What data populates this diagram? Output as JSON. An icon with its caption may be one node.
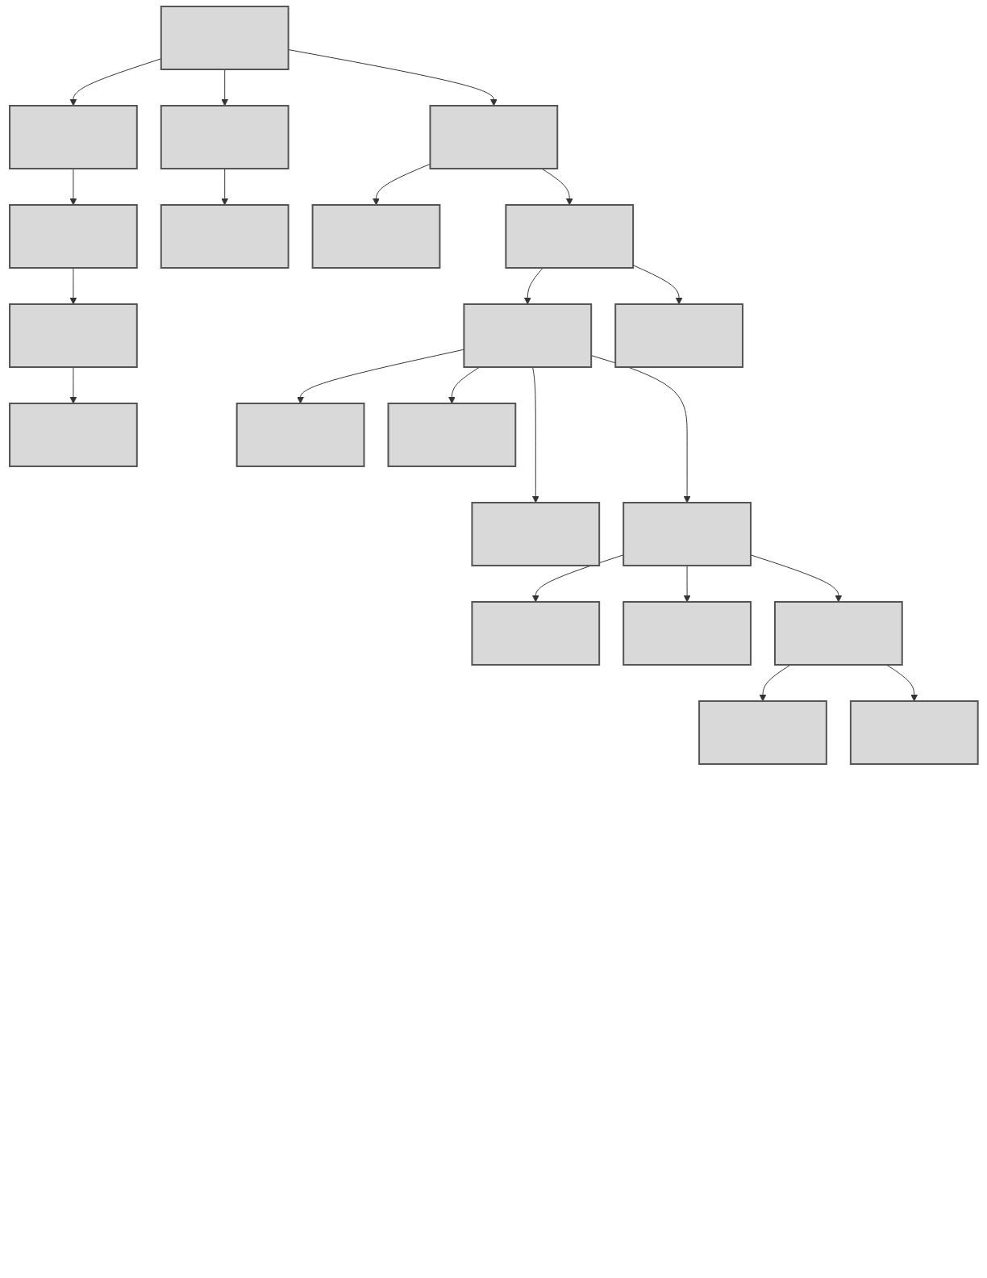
{
  "diagram": {
    "nodes": [
      {
        "text": [],
        "shape": "box"
      },
      {
        "text": [],
        "shape": "box"
      },
      {
        "text": [],
        "shape": "box"
      },
      {
        "text": [],
        "shape": "box"
      },
      {
        "text": [],
        "shape": "box"
      },
      {
        "text": [],
        "shape": "box"
      },
      {
        "text": [],
        "shape": "box"
      },
      {
        "text": [],
        "shape": "box"
      },
      {
        "text": [],
        "shape": "box"
      },
      {
        "text": [],
        "shape": "box"
      },
      {
        "text": [],
        "shape": "box"
      },
      {
        "text": [],
        "shape": "box"
      },
      {
        "text": [],
        "shape": "box"
      },
      {
        "text": [],
        "shape": "box"
      },
      {
        "text": [],
        "shape": "box"
      },
      {
        "text": [],
        "shape": "box"
      },
      {
        "text": [],
        "shape": "box"
      },
      {
        "text": [],
        "shape": "box"
      },
      {
        "text": [],
        "shape": "box"
      },
      {
        "text": [],
        "shape": "box"
      },
      {
        "text": [],
        "shape": "box"
      }
    ],
    "edges": [
      {
        "from": 0,
        "to": 1,
        "arrow": "to"
      },
      {
        "from": 0,
        "to": 2,
        "arrow": "to"
      },
      {
        "from": 0,
        "to": 3,
        "arrow": "to"
      },
      {
        "from": 1,
        "to": 4,
        "arrow": "to"
      },
      {
        "from": 2,
        "to": 5,
        "arrow": "to"
      },
      {
        "from": 3,
        "to": 6,
        "arrow": "to"
      },
      {
        "from": 3,
        "to": 7,
        "arrow": "to"
      },
      {
        "from": 4,
        "to": 8,
        "arrow": "to"
      },
      {
        "from": 7,
        "to": 9,
        "arrow": "to"
      },
      {
        "from": 7,
        "to": 10,
        "arrow": "to"
      },
      {
        "from": 8,
        "to": 11,
        "arrow": "to"
      },
      {
        "from": 9,
        "to": 12,
        "arrow": "to"
      },
      {
        "from": 9,
        "to": 14,
        "arrow": "to"
      },
      {
        "from": 9,
        "to": 15,
        "arrow": "to"
      },
      {
        "from": 9,
        "to": 13,
        "arrow": "to"
      },
      {
        "from": 15,
        "to": 16,
        "arrow": "to"
      },
      {
        "from": 15,
        "to": 17,
        "arrow": "to"
      },
      {
        "from": 15,
        "to": 18,
        "arrow": "to"
      },
      {
        "from": 18,
        "to": 19,
        "arrow": "to"
      },
      {
        "from": 18,
        "to": 20,
        "arrow": "to"
      }
    ]
  }
}
